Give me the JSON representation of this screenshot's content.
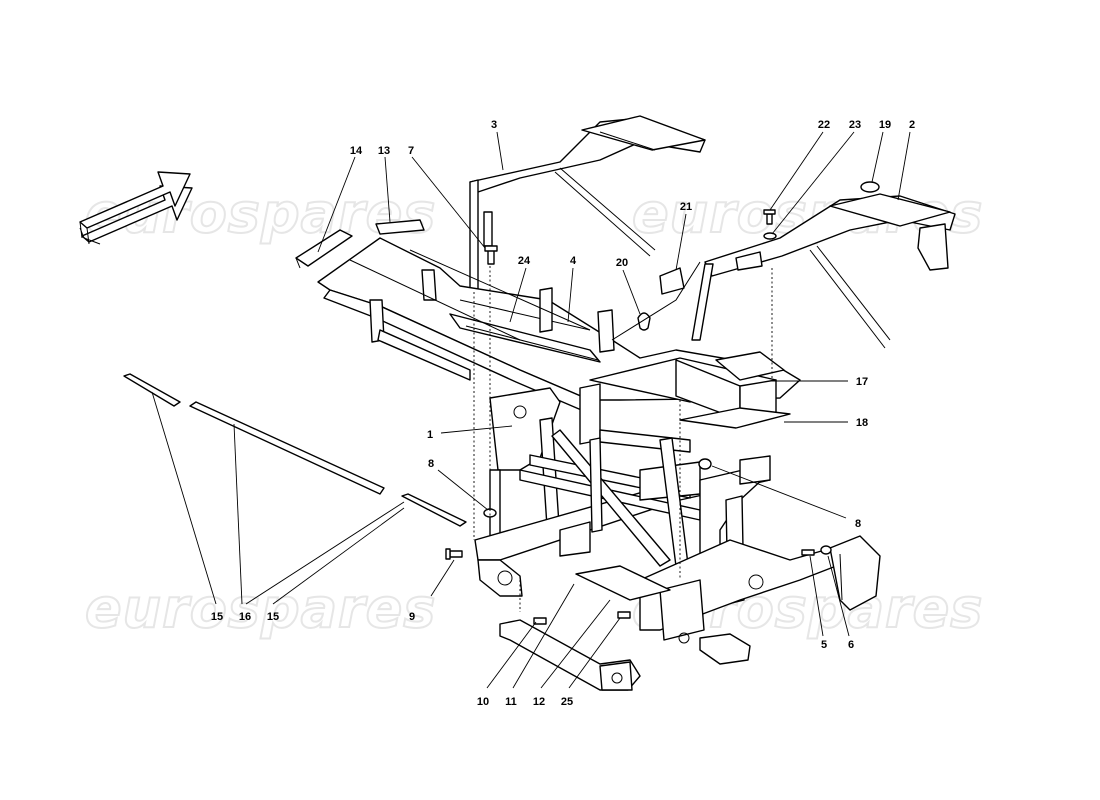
{
  "watermark": {
    "text": "eurospares"
  },
  "direction_arrow": {
    "icon": "direction-arrow-icon"
  },
  "callouts": [
    {
      "id": "c-1",
      "label": "1"
    },
    {
      "id": "c-2",
      "label": "2"
    },
    {
      "id": "c-3",
      "label": "3"
    },
    {
      "id": "c-4",
      "label": "4"
    },
    {
      "id": "c-5",
      "label": "5"
    },
    {
      "id": "c-6",
      "label": "6"
    },
    {
      "id": "c-7",
      "label": "7"
    },
    {
      "id": "c-8a",
      "label": "8"
    },
    {
      "id": "c-8b",
      "label": "8"
    },
    {
      "id": "c-9",
      "label": "9"
    },
    {
      "id": "c-10",
      "label": "10"
    },
    {
      "id": "c-11",
      "label": "11"
    },
    {
      "id": "c-12",
      "label": "12"
    },
    {
      "id": "c-13",
      "label": "13"
    },
    {
      "id": "c-14",
      "label": "14"
    },
    {
      "id": "c-15a",
      "label": "15"
    },
    {
      "id": "c-15b",
      "label": "15"
    },
    {
      "id": "c-16",
      "label": "16"
    },
    {
      "id": "c-17",
      "label": "17"
    },
    {
      "id": "c-18",
      "label": "18"
    },
    {
      "id": "c-19",
      "label": "19"
    },
    {
      "id": "c-20",
      "label": "20"
    },
    {
      "id": "c-21",
      "label": "21"
    },
    {
      "id": "c-22",
      "label": "22"
    },
    {
      "id": "c-23",
      "label": "23"
    },
    {
      "id": "c-24",
      "label": "24"
    },
    {
      "id": "c-25",
      "label": "25"
    }
  ]
}
